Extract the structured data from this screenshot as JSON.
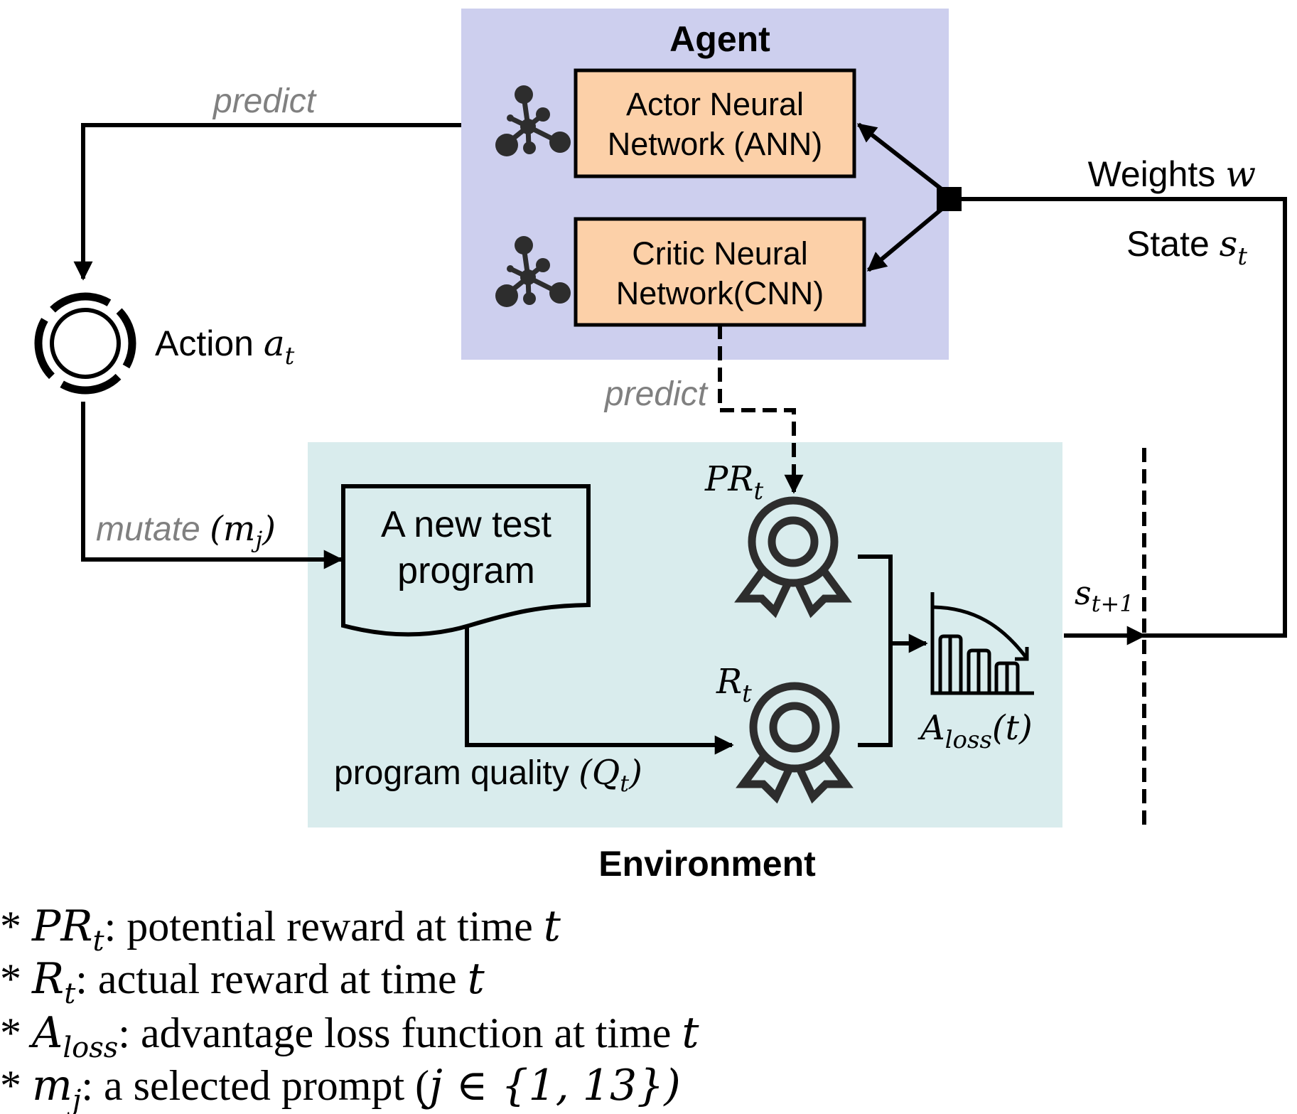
{
  "colors": {
    "agent_bg": "#cdcfee",
    "environment_bg": "#d9eced",
    "network_box_fill": "#fcd0a8",
    "doc_fill": "#d9eced",
    "annotation_grey": "#808080",
    "icon_dark": "#2d2d2d"
  },
  "agent": {
    "title": "Agent",
    "actor": {
      "line1": "Actor Neural",
      "line2": "Network (ANN)"
    },
    "critic": {
      "line1": "Critic Neural",
      "line2": "Network(CNN)"
    }
  },
  "edges": {
    "predict_top": "predict",
    "predict_bottom": "predict",
    "weights": {
      "text": "Weights ",
      "symbol": "w"
    },
    "state": {
      "text": "State ",
      "symbol": "s",
      "sub": "t"
    },
    "action": {
      "text": "Action ",
      "symbol": "a",
      "sub": "t"
    },
    "mutate": {
      "text": "mutate ",
      "open": "(",
      "symbol": "m",
      "sub": "j",
      "close": ")"
    },
    "quality": {
      "text": "program quality ",
      "open": "(",
      "symbol": "Q",
      "sub": "t",
      "close": ")"
    },
    "next_state": {
      "symbol": "s",
      "sub": "t+1"
    }
  },
  "environment": {
    "title": "Environment",
    "document": {
      "line1": "A new test",
      "line2": "program"
    },
    "potential_reward": {
      "symbol": "PR",
      "sub": "t"
    },
    "actual_reward": {
      "symbol": "R",
      "sub": "t"
    },
    "advantage": {
      "symbol": "A",
      "sub": "loss",
      "arg": "(t)"
    }
  },
  "legend": [
    {
      "bullet": "*",
      "symbol": "PR",
      "sub": "t",
      "text": ": potential reward at time ",
      "tail": "t"
    },
    {
      "bullet": "*",
      "symbol": "R",
      "sub": "t",
      "text": ": actual reward at time ",
      "tail": "t"
    },
    {
      "bullet": "*",
      "symbol": "A",
      "sub": "loss",
      "text": ": advantage loss function at time ",
      "tail": "t"
    },
    {
      "bullet": "*",
      "symbol": "m",
      "sub": "j",
      "text": ": a selected prompt (",
      "tail": "j ∈ {1, 13})"
    }
  ],
  "icons": {
    "actor_icon": "neural-network-icon",
    "critic_icon": "neural-network-icon",
    "action_icon": "target-icon",
    "potential_reward_icon": "award-ribbon-icon",
    "actual_reward_icon": "award-ribbon-icon",
    "advantage_icon": "declining-bar-chart-icon"
  }
}
